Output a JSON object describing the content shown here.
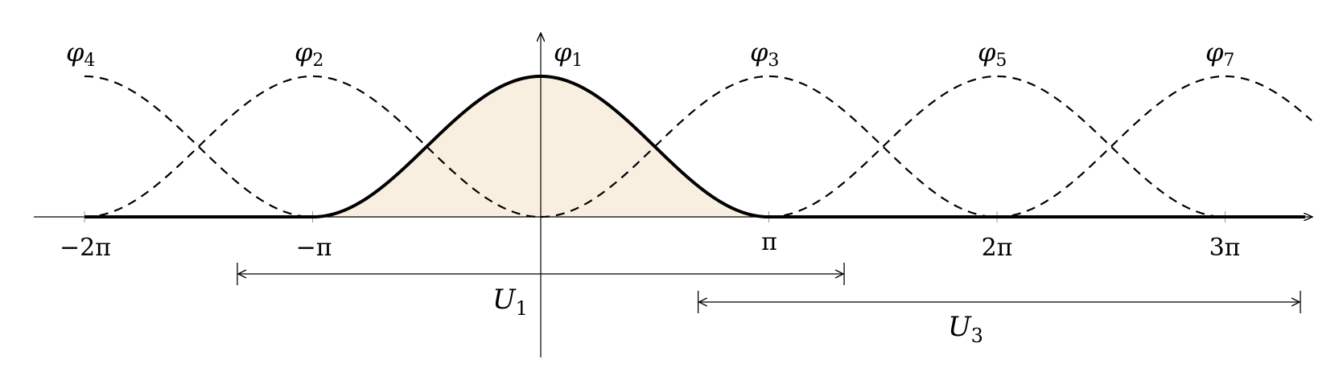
{
  "diagram": {
    "functions": [
      {
        "name": "φ",
        "index": "1",
        "center": 0,
        "style": "solid",
        "highlighted": true
      },
      {
        "name": "φ",
        "index": "2",
        "center": -1,
        "style": "dashed"
      },
      {
        "name": "φ",
        "index": "3",
        "center": 1,
        "style": "dashed"
      },
      {
        "name": "φ",
        "index": "4",
        "center": -2,
        "style": "dashed"
      },
      {
        "name": "φ",
        "index": "5",
        "center": 2,
        "style": "dashed"
      },
      {
        "name": "φ",
        "index": "7",
        "center": 3,
        "style": "dashed"
      }
    ],
    "x_ticks": [
      {
        "value": -2,
        "label": "−2π"
      },
      {
        "value": -1,
        "label": "−π"
      },
      {
        "value": 1,
        "label": "π"
      },
      {
        "value": 2,
        "label": "2π"
      },
      {
        "value": 3,
        "label": "3π"
      }
    ],
    "intervals": [
      {
        "name": "U",
        "index": "1",
        "from": -1.33,
        "to": 1.33
      },
      {
        "name": "U",
        "index": "3",
        "from": 0.69,
        "to": 3.33
      }
    ],
    "x_range_pi": [
      -2.2,
      3.4
    ],
    "colors": {
      "fill": "#f9efe1",
      "line": "#000000",
      "axis": "#000000"
    }
  }
}
